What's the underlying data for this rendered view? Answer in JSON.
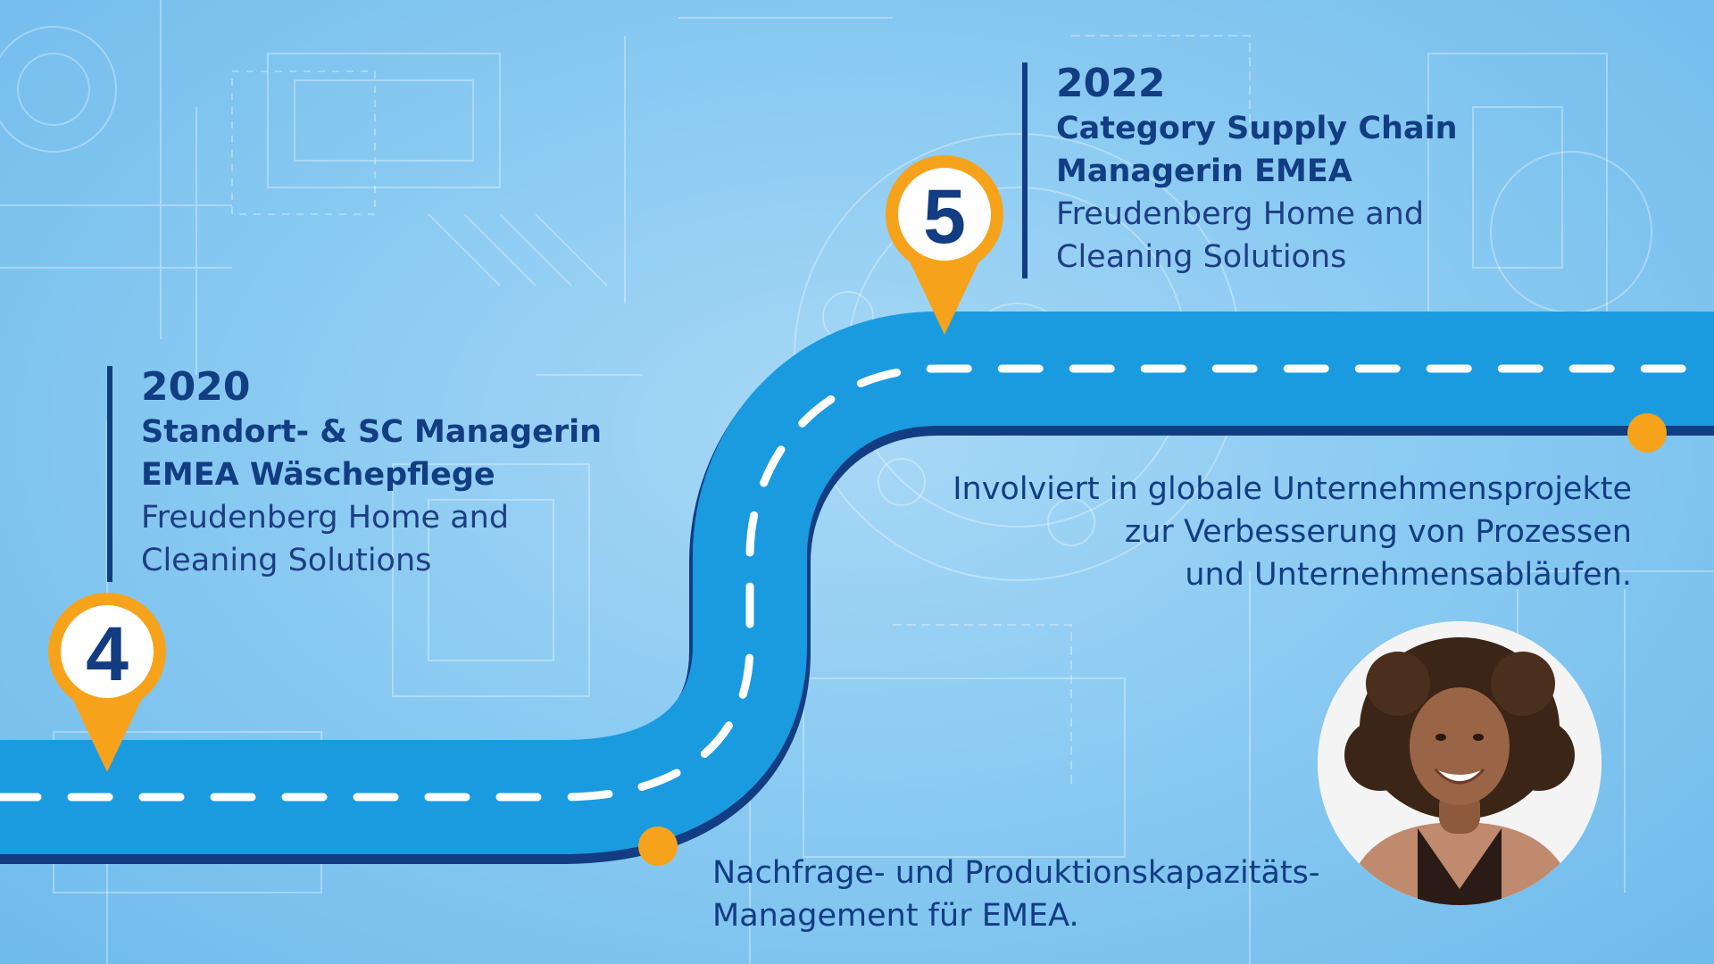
{
  "milestones": [
    {
      "number": "4",
      "year": "2020",
      "role_line1": "Standort- & SC Managerin",
      "role_line2": "EMEA Wäschepflege",
      "company_line1": "Freudenberg Home and",
      "company_line2": "Cleaning Solutions"
    },
    {
      "number": "5",
      "year": "2022",
      "role_line1": "Category Supply Chain",
      "role_line2": "Managerin EMEA",
      "company_line1": "Freudenberg Home and",
      "company_line2": "Cleaning Solutions"
    }
  ],
  "descriptions": {
    "upper": [
      "Involviert in globale Unternehmensprojekte",
      "zur Verbesserung von Prozessen",
      "und Unternehmensabläufen."
    ],
    "lower": [
      "Nachfrage- und Produktionskapazitäts-",
      "Management für EMEA."
    ]
  },
  "colors": {
    "road": "#1a9be0",
    "road_edge": "#123d82",
    "marker": "#f6a31b",
    "text": "#123d82",
    "background": "#8ccbf2"
  },
  "icons": [
    "map-pin-icon",
    "timeline-dot-icon",
    "blueprint-background"
  ]
}
